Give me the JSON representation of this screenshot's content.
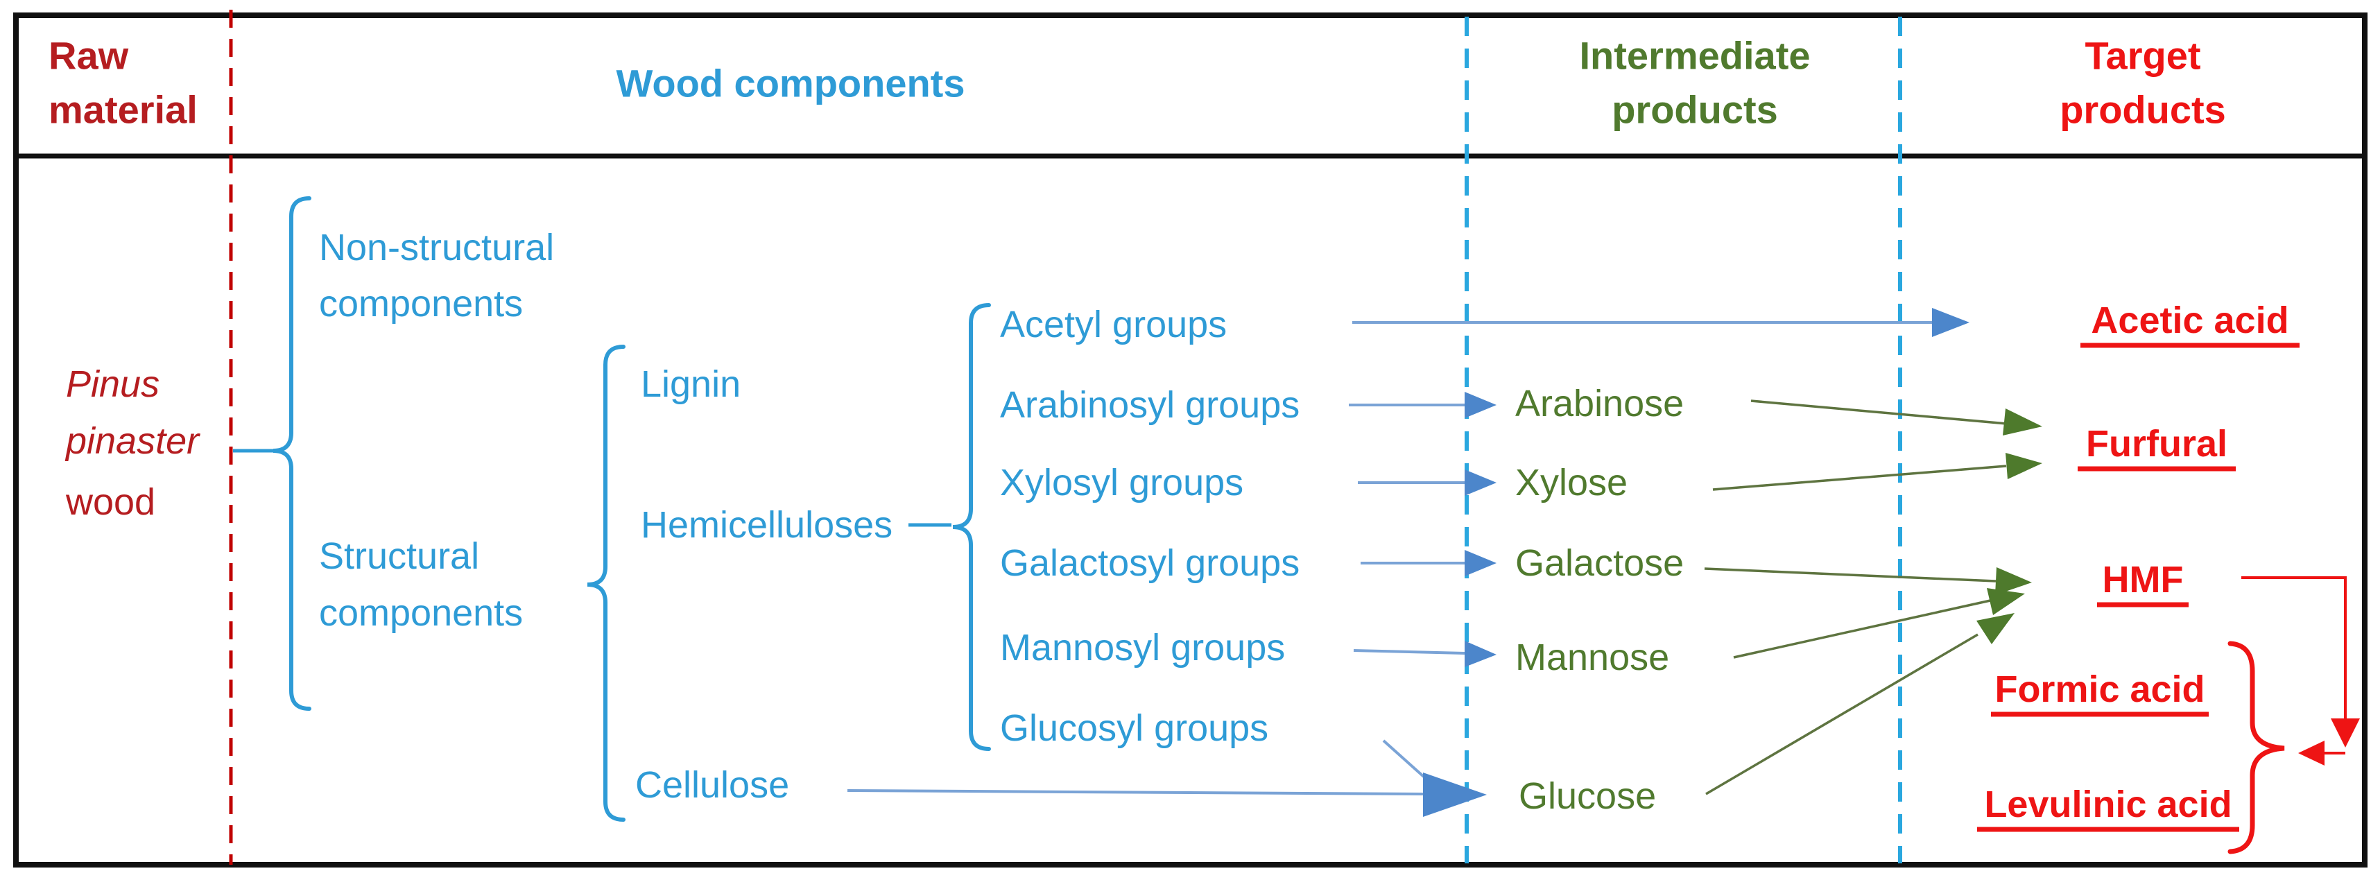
{
  "header": {
    "raw_material": {
      "line1": "Raw",
      "line2": "material"
    },
    "wood_components": "Wood components",
    "intermediate_products": {
      "line1": "Intermediate",
      "line2": "products"
    },
    "target_products": {
      "line1": "Target",
      "line2": "products"
    }
  },
  "raw_material": {
    "species_line1": "Pinus",
    "species_line2": "pinaster",
    "species_line3": "wood"
  },
  "wood_components": {
    "non_structural": {
      "line1": "Non-structural",
      "line2": "components"
    },
    "structural": {
      "line1": "Structural",
      "line2": "components"
    },
    "lignin": "Lignin",
    "hemicelluloses": "Hemicelluloses",
    "cellulose": "Cellulose",
    "groups": [
      "Acetyl groups",
      "Arabinosyl groups",
      "Xylosyl groups",
      "Galactosyl groups",
      "Mannosyl groups",
      "Glucosyl groups"
    ]
  },
  "intermediate_products": [
    "Arabinose",
    "Xylose",
    "Galactose",
    "Mannose",
    "Glucose"
  ],
  "target_products": [
    "Acetic acid",
    "Furfural",
    "HMF",
    "Formic acid",
    "Levulinic acid"
  ],
  "flows": [
    {
      "from": "Acetyl groups",
      "to": "Acetic acid",
      "color": "blue"
    },
    {
      "from": "Arabinosyl groups",
      "to": "Arabinose",
      "color": "blue"
    },
    {
      "from": "Xylosyl groups",
      "to": "Xylose",
      "color": "blue"
    },
    {
      "from": "Galactosyl groups",
      "to": "Galactose",
      "color": "blue"
    },
    {
      "from": "Mannosyl groups",
      "to": "Mannose",
      "color": "blue"
    },
    {
      "from": "Glucosyl groups",
      "to": "Glucose",
      "color": "blue"
    },
    {
      "from": "Cellulose",
      "to": "Glucose",
      "color": "blue"
    },
    {
      "from": "Arabinose",
      "to": "Furfural",
      "color": "green"
    },
    {
      "from": "Xylose",
      "to": "Furfural",
      "color": "green"
    },
    {
      "from": "Galactose",
      "to": "HMF",
      "color": "green"
    },
    {
      "from": "Mannose",
      "to": "HMF",
      "color": "green"
    },
    {
      "from": "Glucose",
      "to": "HMF",
      "color": "green"
    },
    {
      "from": "HMF",
      "to": "Formic acid + Levulinic acid",
      "color": "red"
    }
  ],
  "colors": {
    "blue_text": "#2E9BD6",
    "green_text": "#507A2E",
    "dark_red_text": "#B51D20",
    "bright_red_text": "#EE1414",
    "red_dashed_line": "#C00000",
    "blue_dashed_line": "#2AA7DF",
    "blue_arrow": "#4C86CB",
    "green_arrow": "#4E7A2C",
    "border": "#111111"
  }
}
